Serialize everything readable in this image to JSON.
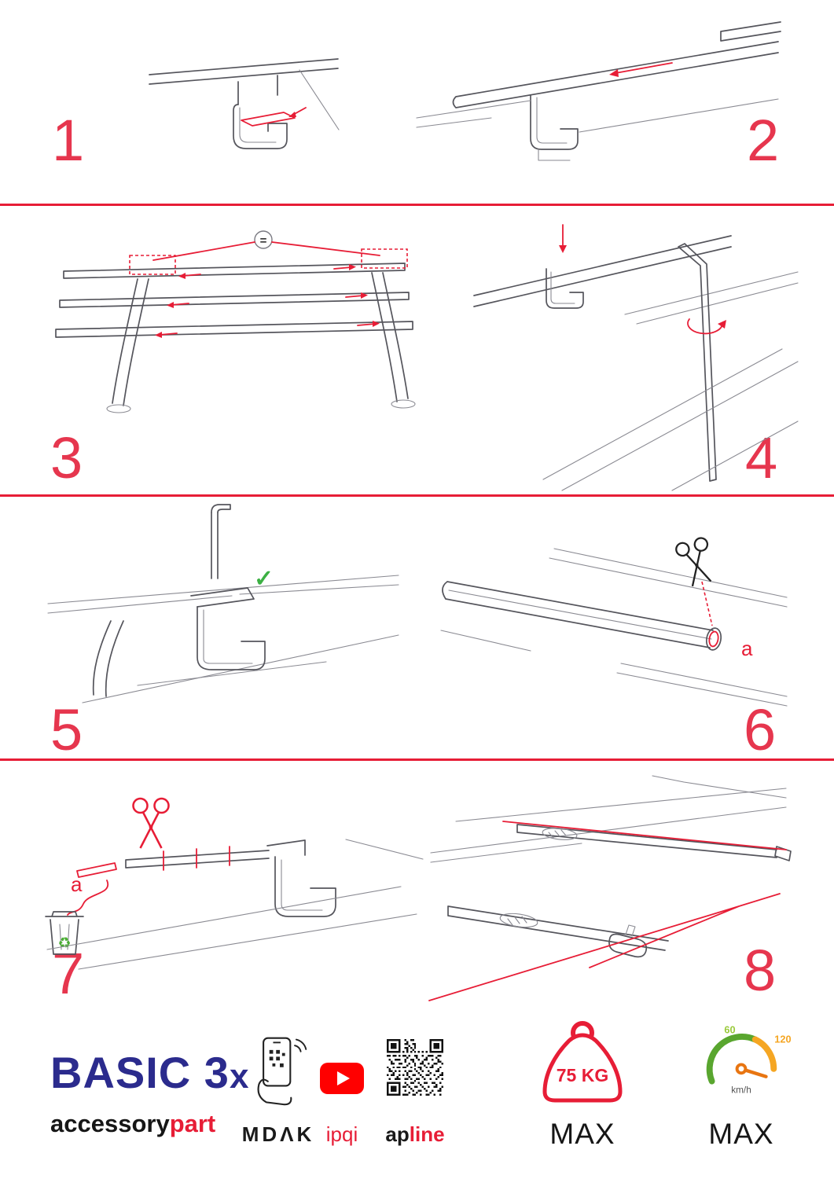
{
  "colors": {
    "accent_red": "#e71d36",
    "brand_blue": "#2b2b8d",
    "youtube_red": "#ff0000",
    "check_green": "#3cb043",
    "recycle_green": "#4aae33",
    "speed_green": "#9aca3c",
    "speed_orange": "#f5a623"
  },
  "steps": [
    {
      "number": "1"
    },
    {
      "number": "2"
    },
    {
      "number": "3"
    },
    {
      "number": "4"
    },
    {
      "number": "5"
    },
    {
      "number": "6"
    },
    {
      "number": "7"
    },
    {
      "number": "8"
    }
  ],
  "labels": {
    "equal": "=",
    "a6": "a",
    "a7": "a"
  },
  "icons": {
    "check": "✓",
    "recycle": "♻"
  },
  "footer": {
    "brand_main": "BASIC 3",
    "brand_x": "x",
    "brand_sub_black": "accessory",
    "brand_sub_red": "part",
    "partner1": "MDΛK",
    "partner2": "ipqi",
    "partner3_black": "ap",
    "partner3_red": "line",
    "weight_value": "75 KG",
    "weight_max": "MAX",
    "speed_60": "60",
    "speed_120": "120",
    "speed_unit": "km/h",
    "speed_max": "MAX"
  }
}
